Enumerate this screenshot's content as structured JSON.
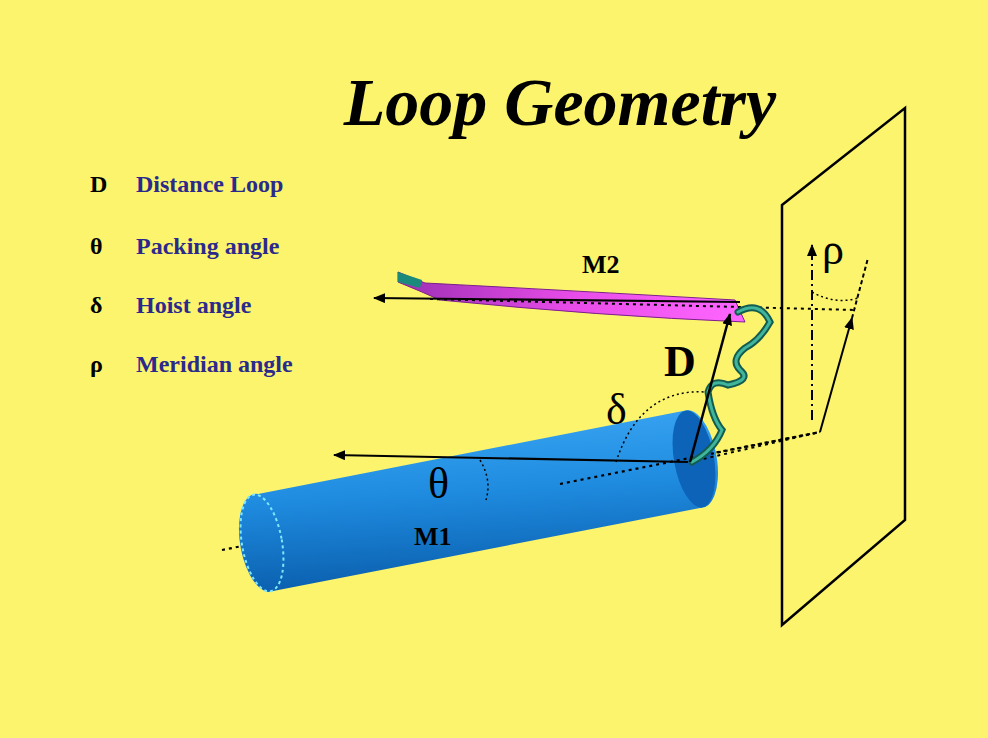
{
  "diagram": {
    "title": "Loop Geometry",
    "labels": [
      "D",
      "Distance Loop",
      "θ",
      "Packing angle",
      "δ",
      "Hoist angle",
      "ρ",
      "Meridian angle",
      "M2",
      "ρ",
      "D",
      "δ",
      "θ",
      "M1"
    ]
  }
}
